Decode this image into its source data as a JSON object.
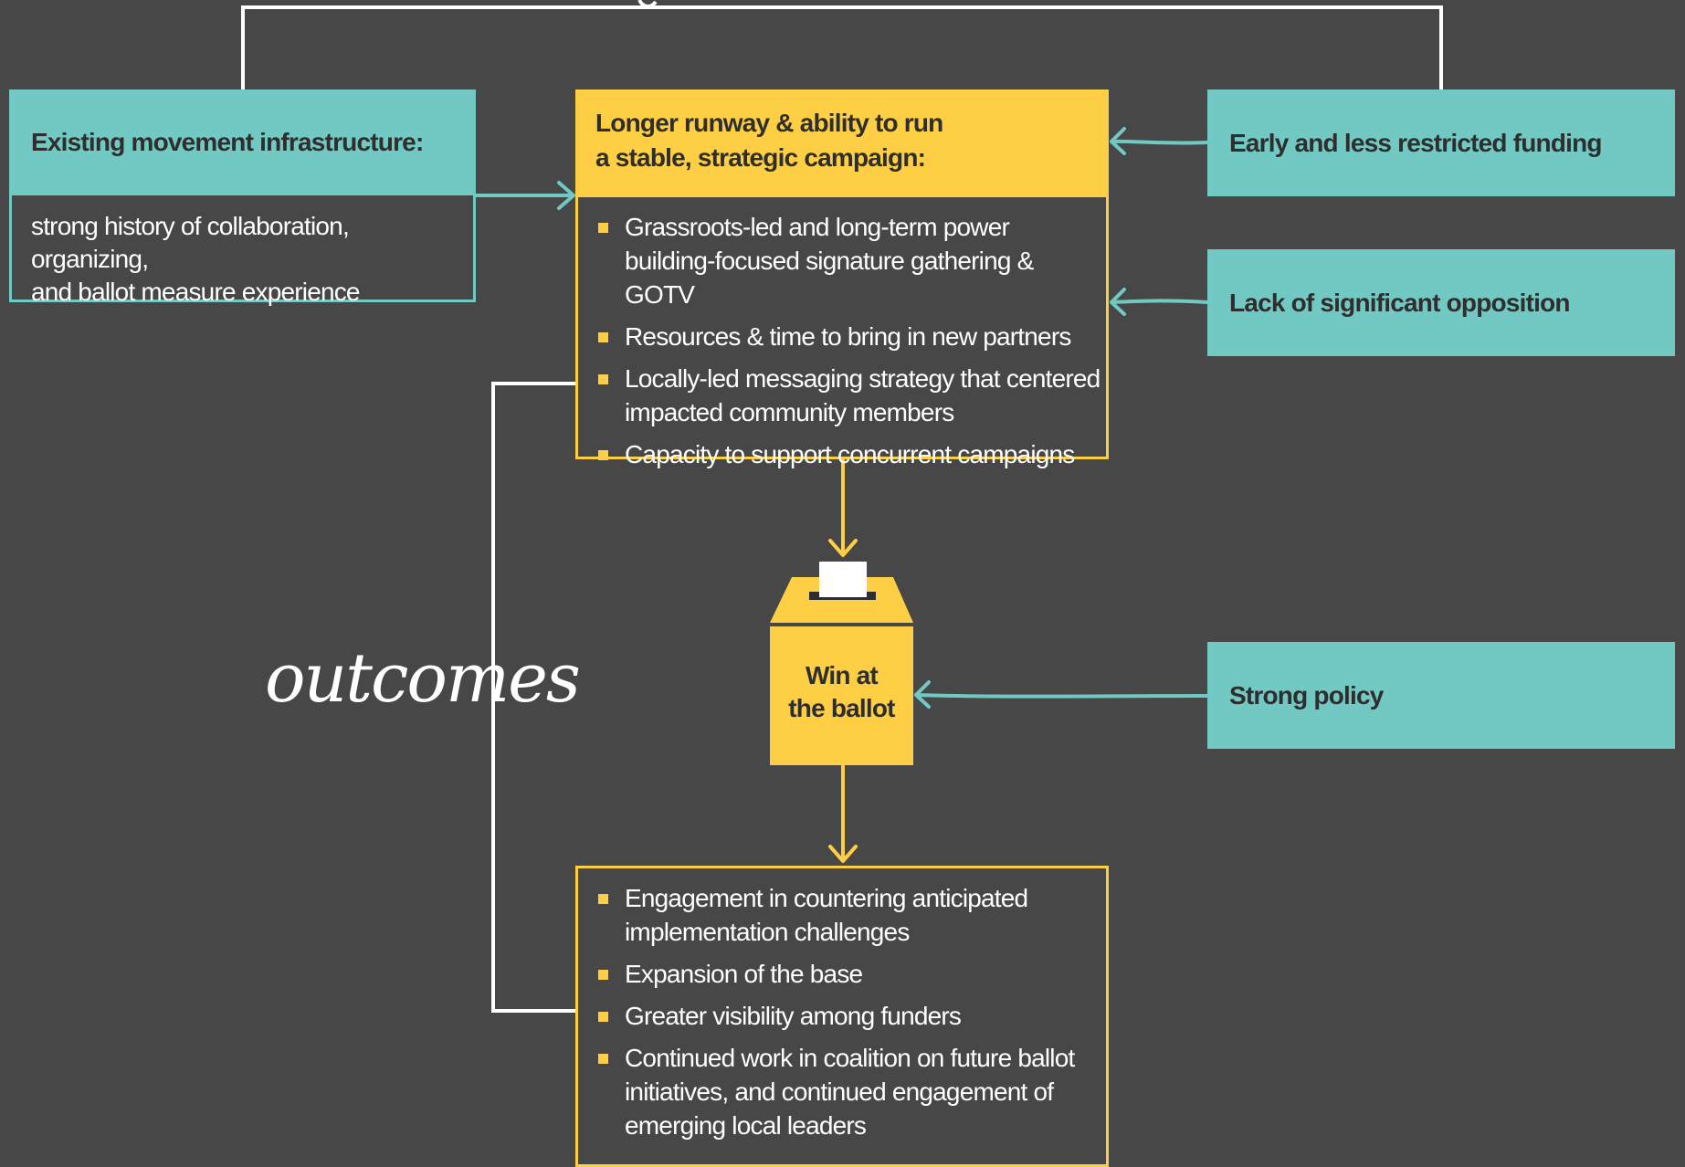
{
  "colors": {
    "background": "#474747",
    "teal": "#72c9c3",
    "yellow": "#fecf44",
    "text_dark": "#2e2e2e",
    "text_light": "#ffffff"
  },
  "infrastructure": {
    "title": "Existing movement infrastructure:",
    "detail_line1": "strong history of collaboration, organizing,",
    "detail_line2": "and ballot measure experience"
  },
  "campaign": {
    "title_line1": "Longer runway & ability to run",
    "title_line2": "a stable, strategic campaign:",
    "items": [
      {
        "line1": "Grassroots-led and long-term power",
        "line2": "building-focused signature gathering & GOTV"
      },
      {
        "line1": "Resources & time to bring in new partners",
        "line2": ""
      },
      {
        "line1": "Locally-led messaging strategy that centered",
        "line2": "impacted community members"
      },
      {
        "line1": "Capacity to support concurrent campaigns",
        "line2": ""
      }
    ]
  },
  "factors": {
    "funding": "Early and less restricted funding",
    "opposition": "Lack of significant opposition",
    "policy": "Strong policy"
  },
  "ballot": {
    "icon": "ballot-box-icon",
    "line1": "Win at",
    "line2": "the ballot"
  },
  "outcomes": {
    "heading": "outcomes",
    "items": [
      {
        "line1": "Engagement in countering anticipated",
        "line2": "implementation challenges",
        "line3": ""
      },
      {
        "line1": "Expansion of the base",
        "line2": "",
        "line3": ""
      },
      {
        "line1": "Greater visibility among funders",
        "line2": "",
        "line3": ""
      },
      {
        "line1": "Continued work in coalition on future ballot",
        "line2": "initiatives, and continued engagement of",
        "line3": "emerging local leaders"
      }
    ]
  }
}
